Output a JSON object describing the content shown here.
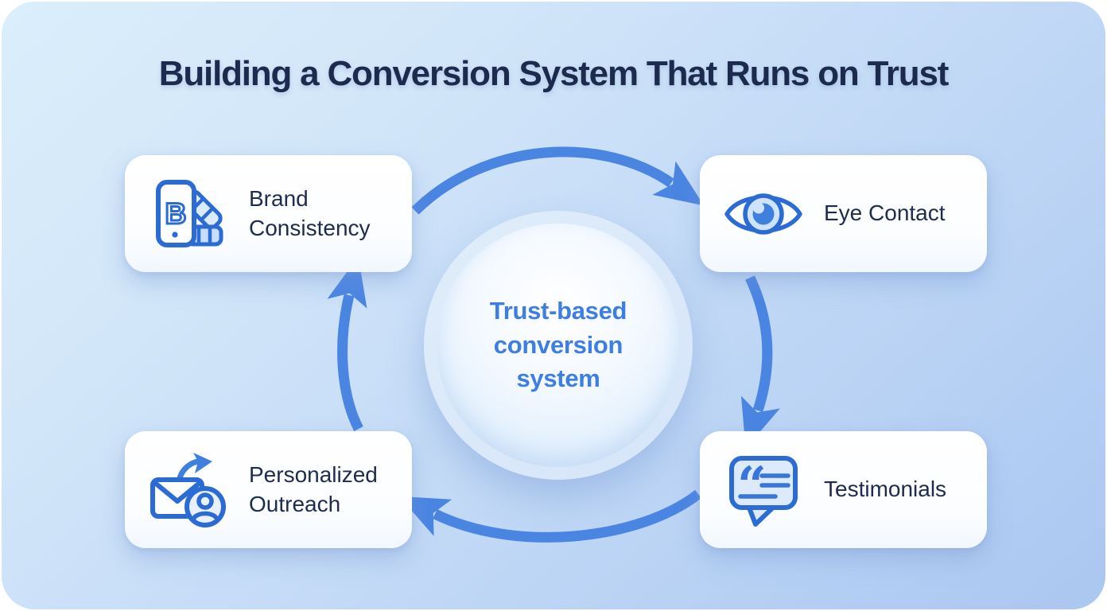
{
  "title": "Building a Conversion System That Runs on Trust",
  "center": {
    "label": "Trust-based conversion system"
  },
  "nodes": [
    {
      "id": "brand-consistency",
      "label": "Brand Consistency",
      "icon": "brand-phone-swatch-icon",
      "icon_letter": "B"
    },
    {
      "id": "eye-contact",
      "label": "Eye Contact",
      "icon": "eye-icon"
    },
    {
      "id": "testimonials",
      "label": "Testimonials",
      "icon": "testimonial-quote-bubble-icon",
      "quote_glyph": "“"
    },
    {
      "id": "personalized-outreach",
      "label": "Personalized Outreach",
      "icon": "email-share-person-icon"
    }
  ],
  "cycle_arrows": [
    {
      "id": "top",
      "from": "Brand Consistency",
      "to": "Eye Contact"
    },
    {
      "id": "right",
      "from": "Eye Contact",
      "to": "Testimonials"
    },
    {
      "id": "bottom",
      "from": "Testimonials",
      "to": "Personalized Outreach"
    },
    {
      "id": "left",
      "from": "Personalized Outreach",
      "to": "Brand Consistency"
    }
  ],
  "colors": {
    "title_text": "#1c2a4e",
    "node_label_text": "#1d2b4e",
    "center_label_text": "#3c7ee2",
    "arrow_blue": "#4a85e2",
    "icon_stroke_blue": "#2b6cd4",
    "icon_fill_light": "#d6e7fb",
    "background_top": "#daeefb",
    "background_bottom": "#aac7f1",
    "card_background": "#ffffff"
  }
}
